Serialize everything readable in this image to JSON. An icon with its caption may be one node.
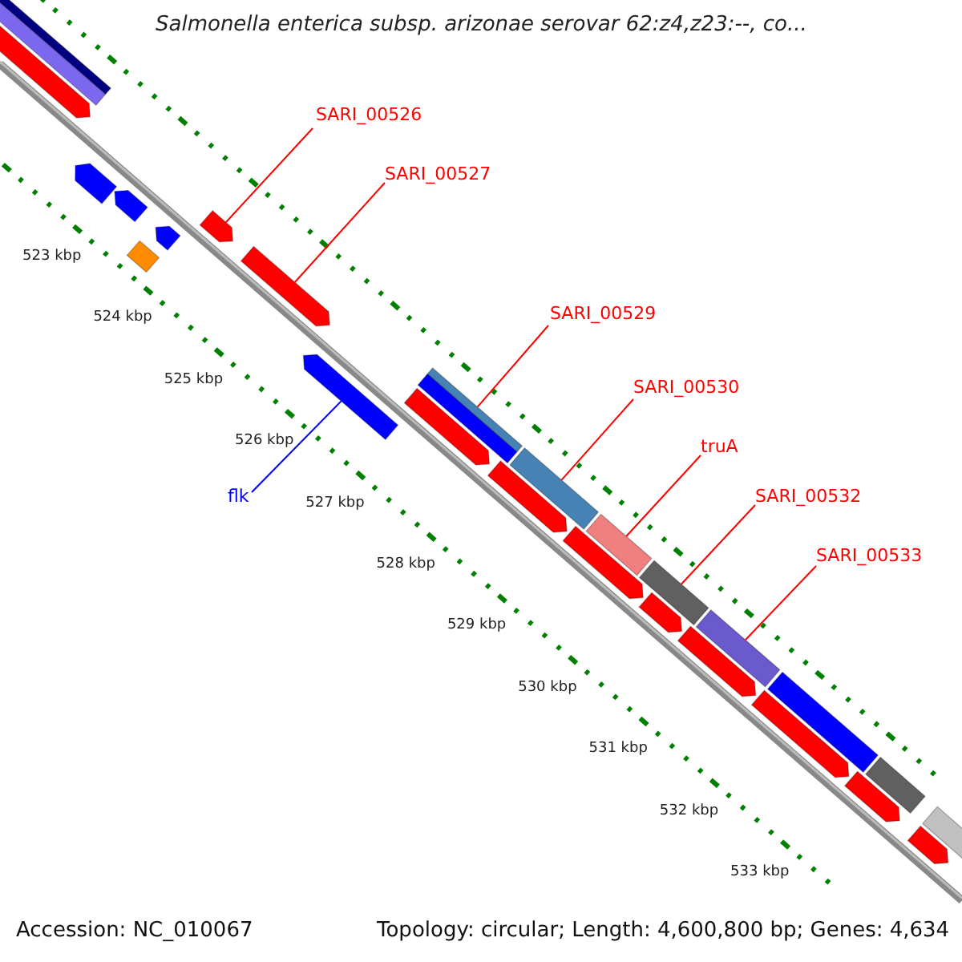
{
  "diagram": {
    "title": "Salmonella enterica subsp. arizonae serovar 62:z4,z23:--, co...",
    "nodes": [
      {
        "text": [
          "SARI_00526"
        ]
      },
      {
        "text": [
          "SARI_00527"
        ]
      },
      {
        "text": [
          "SARI_00529"
        ]
      },
      {
        "text": [
          "SARI_00530"
        ]
      },
      {
        "text": [
          "truA"
        ]
      },
      {
        "text": [
          "SARI_00532"
        ]
      },
      {
        "text": [
          "SARI_00533"
        ]
      },
      {
        "text": [
          "flk"
        ]
      },
      {
        "text": [],
        "shape": "bar"
      },
      {
        "text": [],
        "shape": "bar"
      },
      {
        "text": [],
        "shape": "pentagon"
      },
      {
        "text": [],
        "shape": "pentagon"
      },
      {
        "text": [],
        "shape": "pentagon"
      },
      {
        "text": [],
        "shape": "bar"
      },
      {
        "text": [],
        "shape": "pentagon"
      },
      {
        "text": [],
        "shape": "pentagon"
      },
      {
        "text": [],
        "shape": "pentagon"
      },
      {
        "text": [],
        "shape": "pentagon"
      },
      {
        "text": [],
        "shape": "bar"
      },
      {
        "text": [],
        "shape": "bar"
      },
      {
        "text": [],
        "shape": "pentagon"
      },
      {
        "text": [],
        "shape": "pentagon"
      },
      {
        "text": [],
        "shape": "bar"
      },
      {
        "text": [],
        "shape": "pentagon"
      },
      {
        "text": [],
        "shape": "bar"
      },
      {
        "text": [],
        "shape": "bar"
      },
      {
        "text": [],
        "shape": "pentagon"
      },
      {
        "text": [],
        "shape": "pentagon"
      },
      {
        "text": [],
        "shape": "bar"
      },
      {
        "text": [],
        "shape": "pentagon"
      },
      {
        "text": [],
        "shape": "bar"
      },
      {
        "text": [],
        "shape": "pentagon"
      },
      {
        "text": [],
        "shape": "bar"
      },
      {
        "text": [],
        "shape": "pentagon"
      },
      {
        "text": [],
        "shape": "bar"
      }
    ],
    "edges": [
      {
        "from": 0,
        "to": 15,
        "arrow": "none"
      },
      {
        "from": 1,
        "to": 16,
        "arrow": "none"
      },
      {
        "from": 2,
        "to": 18,
        "arrow": "none"
      },
      {
        "from": 3,
        "to": 22,
        "arrow": "none"
      },
      {
        "from": 4,
        "to": 24,
        "arrow": "none"
      },
      {
        "from": 5,
        "to": 25,
        "arrow": "none"
      },
      {
        "from": 6,
        "to": 28,
        "arrow": "none"
      },
      {
        "from": 7,
        "to": 17,
        "arrow": "none",
        "color": "#0000ff"
      }
    ],
    "labels": [
      "523 kbp",
      "524 kbp",
      "525 kbp",
      "526 kbp",
      "527 kbp",
      "528 kbp",
      "529 kbp",
      "530 kbp",
      "531 kbp",
      "532 kbp",
      "533 kbp",
      "Accession: NC_010067",
      "Topology: circular; Length: 4,600,800 bp; Genes: 4,634"
    ]
  }
}
